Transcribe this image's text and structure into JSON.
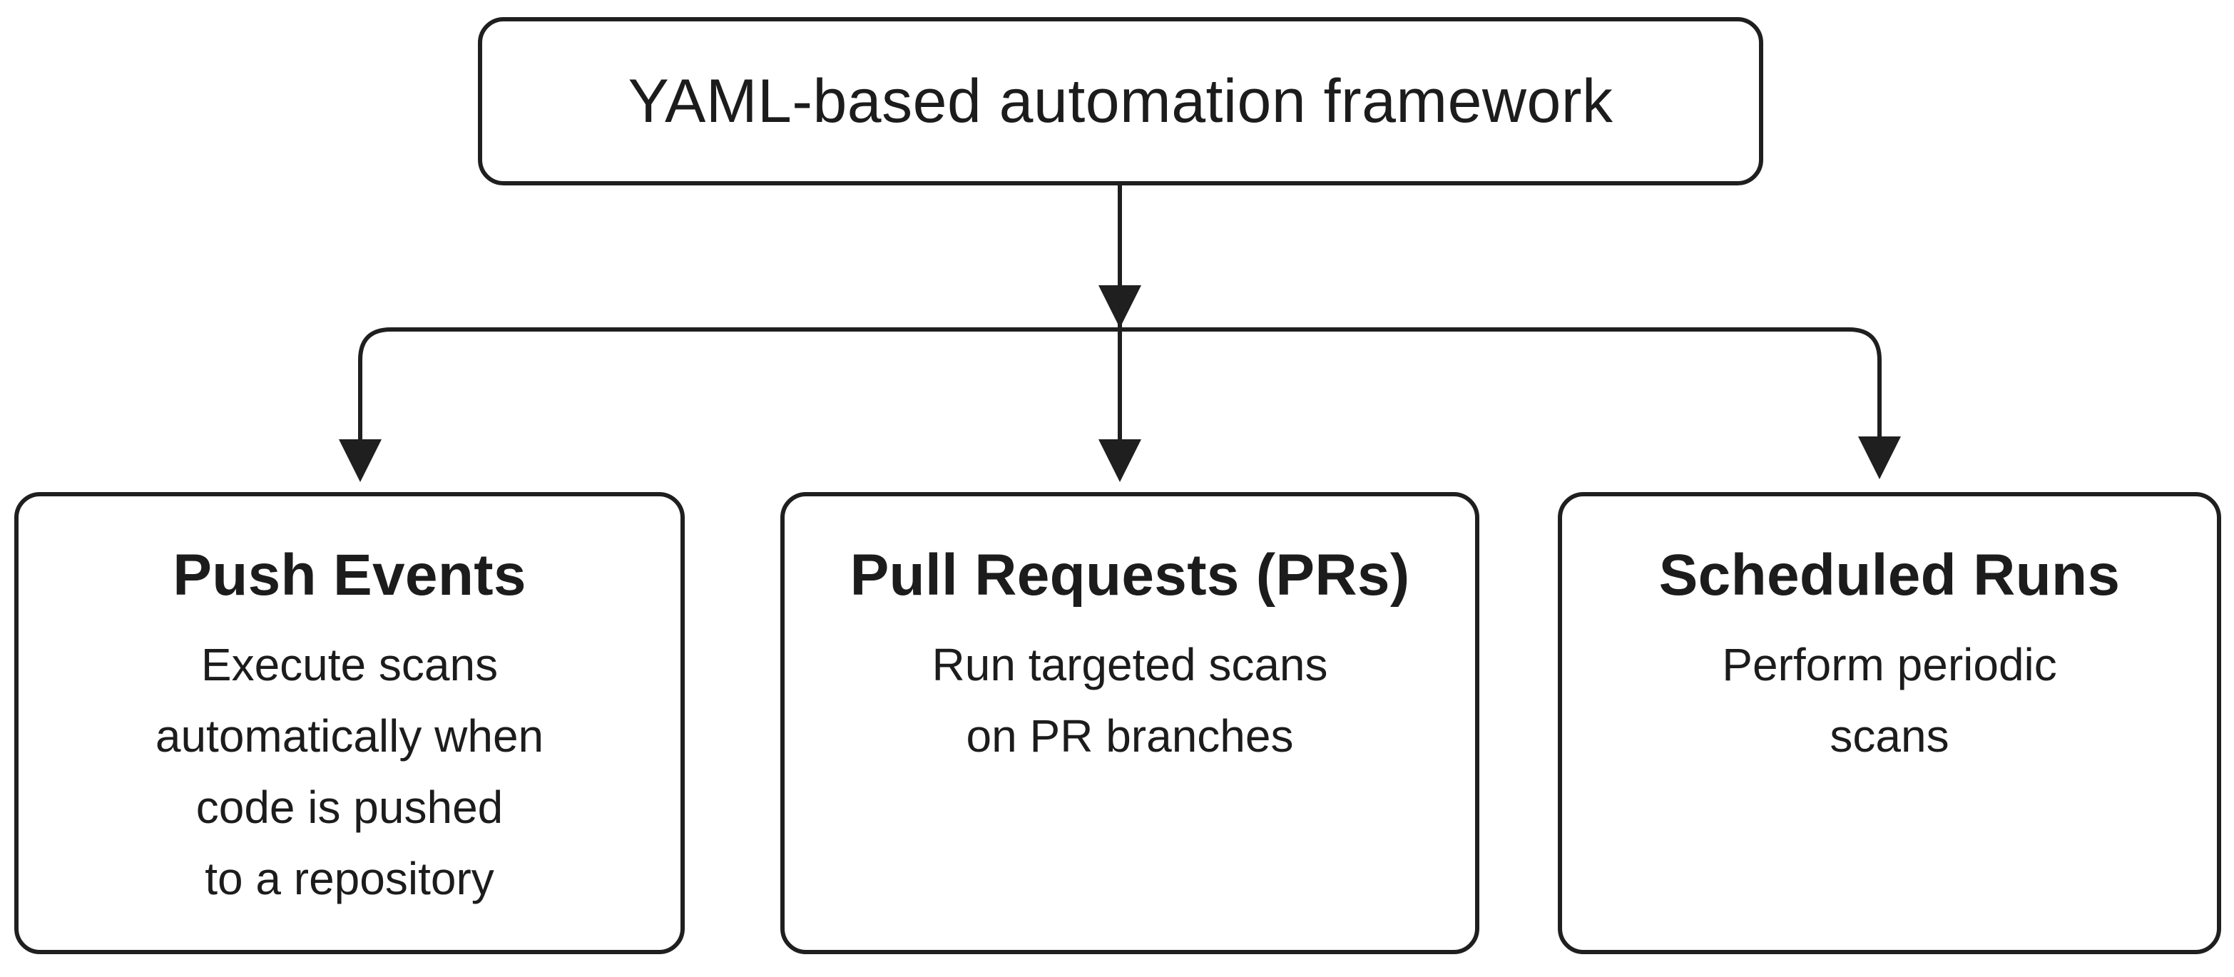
{
  "root": {
    "label": "YAML-based automation framework"
  },
  "children": [
    {
      "title": "Push Events",
      "description": "Execute scans\nautomatically when\ncode is pushed\nto a repository"
    },
    {
      "title": "Pull Requests (PRs)",
      "description": "Run targeted scans\non PR branches"
    },
    {
      "title": "Scheduled Runs",
      "description": "Perform periodic\nscans"
    }
  ]
}
